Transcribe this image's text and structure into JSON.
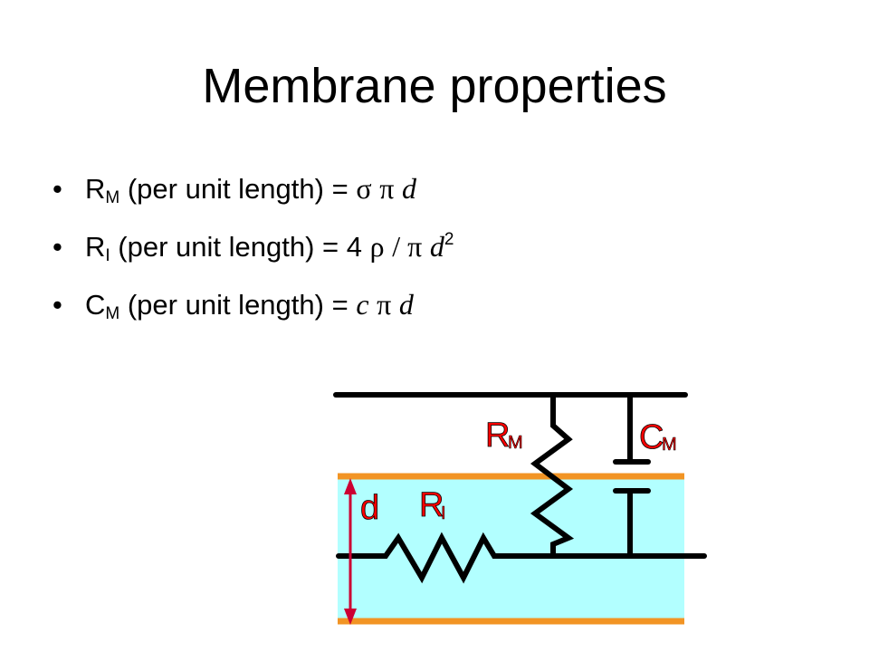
{
  "slide": {
    "title": "Membrane properties"
  },
  "bullets": [
    {
      "symbol": "R",
      "sub": "M",
      "label": "(per unit length) =",
      "sym1": "σ",
      "sym2": "π",
      "var": "d",
      "extra": "",
      "sup": ""
    },
    {
      "symbol": "R",
      "sub": "I",
      "label": "(per unit length) = 4",
      "sym1": "ρ",
      "sym2": "/ π",
      "var": "d",
      "extra": "",
      "sup": "2"
    },
    {
      "symbol": "C",
      "sub": "M",
      "label": "(per unit length) =",
      "sym1": "c",
      "sym2": "π",
      "var": "d",
      "extra": "",
      "sup": ""
    }
  ],
  "diagram": {
    "rm_label": "R",
    "rm_sub": "M",
    "cm_label": "C",
    "cm_sub": "M",
    "ri_label": "R",
    "ri_sub": "I",
    "d_label": "d",
    "colors": {
      "fill": "#B2FFFF",
      "membrane": "#F29424",
      "wire": "#000000",
      "label": "#FF0000",
      "arrow": "#CC0033"
    }
  }
}
